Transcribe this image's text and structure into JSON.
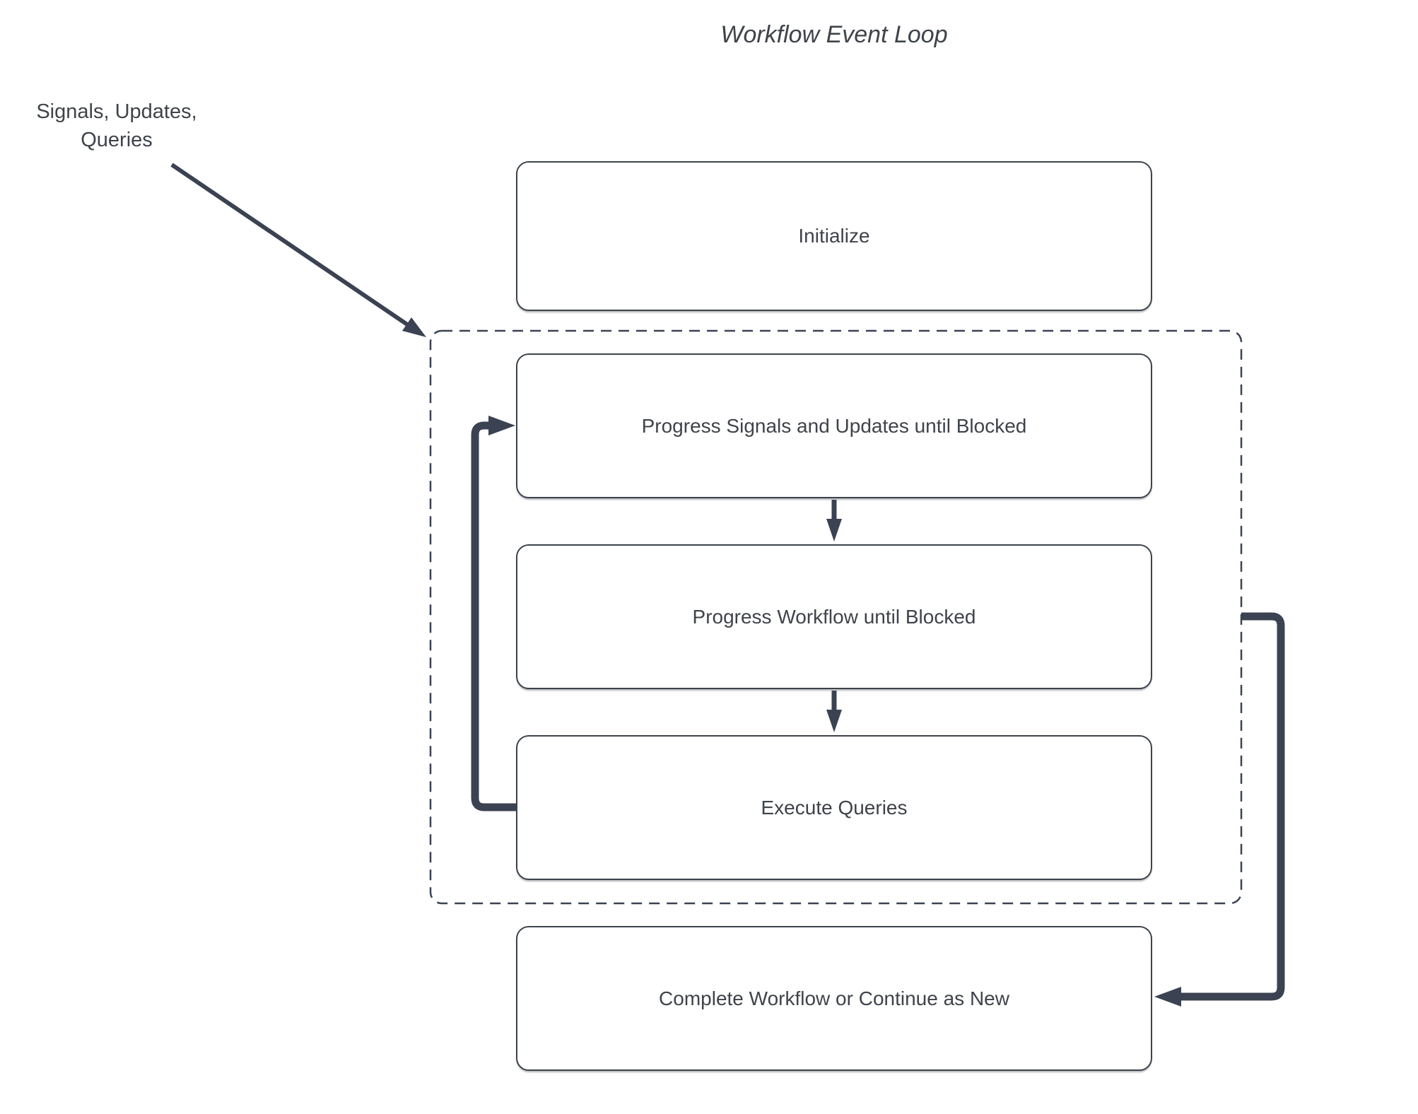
{
  "title": "Workflow Event Loop",
  "annotation": {
    "line1": "Signals, Updates,",
    "line2": "Queries"
  },
  "nodes": [
    {
      "id": "initialize",
      "label": "Initialize"
    },
    {
      "id": "progress-signals-updates",
      "label": "Progress Signals and Updates until Blocked"
    },
    {
      "id": "progress-workflow",
      "label": "Progress Workflow until Blocked"
    },
    {
      "id": "execute-queries",
      "label": "Execute Queries"
    },
    {
      "id": "complete-or-continue",
      "label": "Complete Workflow or Continue as New"
    }
  ],
  "group": {
    "id": "workflow-event-loop-boundary",
    "style": "dashed"
  },
  "edges": [
    {
      "from": "signals-updates-queries-annotation",
      "to": "workflow-event-loop-boundary",
      "type": "arrow"
    },
    {
      "from": "progress-signals-updates",
      "to": "progress-workflow",
      "type": "arrow"
    },
    {
      "from": "progress-workflow",
      "to": "execute-queries",
      "type": "arrow"
    },
    {
      "from": "execute-queries",
      "to": "progress-signals-updates",
      "type": "loop-back-arrow"
    },
    {
      "from": "workflow-event-loop-boundary",
      "to": "complete-or-continue",
      "type": "arrow"
    }
  ],
  "colors": {
    "connector": "#3b4252",
    "node_border": "#3d434c",
    "text": "#3f434a",
    "background": "#ffffff"
  }
}
